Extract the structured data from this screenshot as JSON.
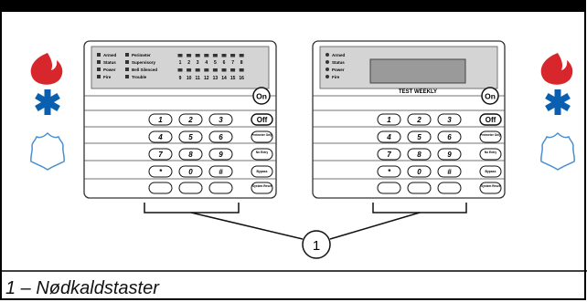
{
  "figure": {
    "caption": "1 – Nødkaldstaster",
    "callout_number": "1"
  },
  "left_keypad": {
    "status_leds": [
      "Armed",
      "Status",
      "Power",
      "Fire"
    ],
    "zone_leds": [
      "Perimeter",
      "Supervisory",
      "Bell Silenced",
      "Trouble"
    ],
    "zone_numbers": [
      "1",
      "2",
      "3",
      "4",
      "5",
      "6",
      "7",
      "8",
      "9",
      "10",
      "11",
      "12",
      "13",
      "14",
      "15",
      "16"
    ],
    "on_button": "On",
    "off_button": "Off",
    "keys": [
      "1",
      "2",
      "3",
      "4",
      "5",
      "6",
      "7",
      "8",
      "9",
      "*",
      "0",
      "#"
    ],
    "side_buttons": [
      "Perimeter Only",
      "No Entry",
      "Bypass",
      "System Reset"
    ]
  },
  "right_keypad": {
    "status_leds": [
      "Armed",
      "Status",
      "Power",
      "Fire"
    ],
    "display_text": "TEST WEEKLY",
    "on_button": "On",
    "off_button": "Off",
    "keys": [
      "1",
      "2",
      "3",
      "4",
      "5",
      "6",
      "7",
      "8",
      "9",
      "*",
      "0",
      "#"
    ],
    "side_buttons": [
      "Perimeter Only",
      "No Entry",
      "Bypass",
      "System Reset"
    ]
  },
  "icons": {
    "fire_color": "#d7262c",
    "medical_color": "#0a5fb0",
    "police_outline_color": "#4a8fd0"
  }
}
